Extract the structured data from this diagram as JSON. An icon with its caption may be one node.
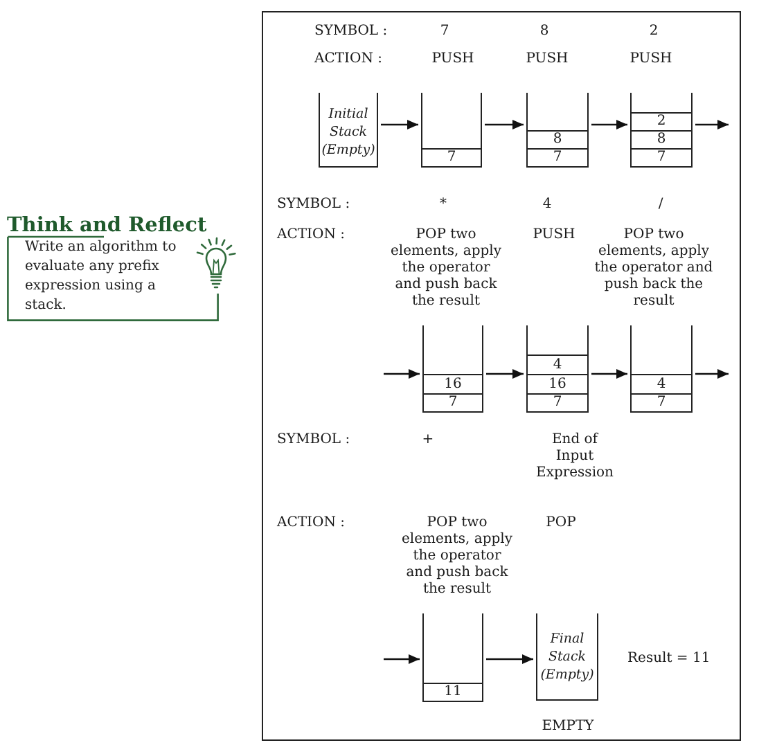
{
  "diagram": {
    "nodes": [
      {
        "text": [
          "Think and Reflect",
          "Write an algorithm to evaluate any prefix expression using a stack."
        ]
      },
      {
        "text": [],
        "shape": "box"
      },
      {
        "text": [
          "Initial Stack (Empty)"
        ],
        "in": 1
      },
      {
        "text": [],
        "shape": "box",
        "in": 1
      },
      {
        "text": [
          "7"
        ],
        "in": 3
      },
      {
        "text": [],
        "shape": "box",
        "in": 1
      },
      {
        "text": [
          "8"
        ],
        "in": 5
      },
      {
        "text": [
          "7"
        ],
        "in": 5
      },
      {
        "text": [],
        "shape": "box",
        "in": 1
      },
      {
        "text": [
          "2"
        ],
        "in": 8
      },
      {
        "text": [
          "8"
        ],
        "in": 8
      },
      {
        "text": [
          "7"
        ],
        "in": 8
      },
      {
        "text": [],
        "shape": "box",
        "in": 1
      },
      {
        "text": [
          "16"
        ],
        "in": 12
      },
      {
        "text": [
          "7"
        ],
        "in": 12
      },
      {
        "text": [],
        "shape": "box",
        "in": 1
      },
      {
        "text": [
          "4"
        ],
        "in": 15
      },
      {
        "text": [
          "16"
        ],
        "in": 15
      },
      {
        "text": [
          "7"
        ],
        "in": 15
      },
      {
        "text": [],
        "shape": "box",
        "in": 1
      },
      {
        "text": [
          "4"
        ],
        "in": 19
      },
      {
        "text": [
          "7"
        ],
        "in": 19
      },
      {
        "text": [],
        "shape": "box",
        "in": 1
      },
      {
        "text": [
          "11"
        ],
        "in": 22
      },
      {
        "text": [
          "Final Stack (Empty)"
        ],
        "in": 1,
        "beside": [
          "EMPTY"
        ]
      }
    ],
    "edges": [
      {
        "from": 2,
        "to": 3,
        "arrow": "to"
      },
      {
        "from": 3,
        "to": 5,
        "arrow": "to"
      },
      {
        "from": 5,
        "to": 8,
        "arrow": "to"
      },
      {
        "from": 8,
        "to": null,
        "arrow": "to"
      },
      {
        "from": null,
        "to": 12,
        "arrow": "to"
      },
      {
        "from": 12,
        "to": 15,
        "arrow": "to"
      },
      {
        "from": 15,
        "to": 19,
        "arrow": "to"
      },
      {
        "from": 19,
        "to": null,
        "arrow": "to"
      },
      {
        "from": null,
        "to": 22,
        "arrow": "to"
      },
      {
        "from": 22,
        "to": 24,
        "arrow": "to"
      }
    ],
    "labels": [
      "SYMBOL :",
      "7",
      "8",
      "2",
      "ACTION :",
      "PUSH",
      "PUSH",
      "PUSH",
      "SYMBOL :",
      "*",
      "4",
      "/",
      "ACTION :",
      "POP two elements, apply the operator and push back the result",
      "PUSH",
      "POP two elements, apply the operator and push back the result",
      "SYMBOL :",
      "+",
      "End of Input Expression",
      "ACTION :",
      "POP two elements, apply the operator and push back the result",
      "POP",
      "Result = 11"
    ]
  }
}
